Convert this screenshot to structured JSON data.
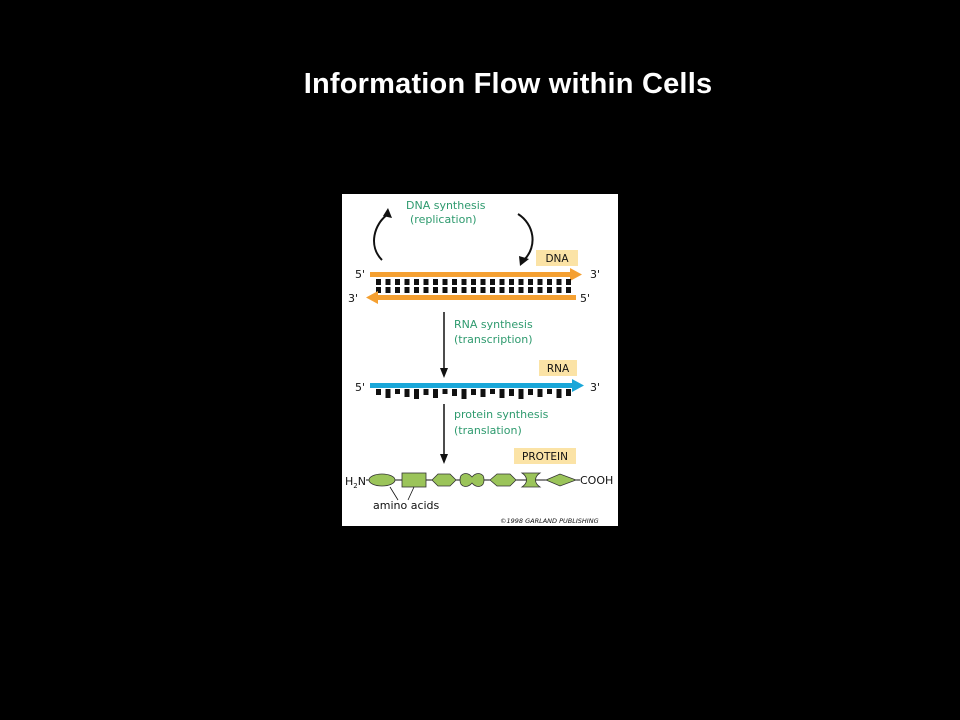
{
  "slide": {
    "title": "Information Flow within Cells"
  },
  "figure": {
    "dna_synthesis": "DNA synthesis",
    "replication": "(replication)",
    "dna_tag": "DNA",
    "dna_top_left_end": "5'",
    "dna_top_right_end": "3'",
    "dna_bottom_left_end": "3'",
    "dna_bottom_right_end": "5'",
    "rna_synthesis": "RNA synthesis",
    "transcription": "(transcription)",
    "rna_tag": "RNA",
    "rna_left_end": "5'",
    "rna_right_end": "3'",
    "protein_synthesis": "protein synthesis",
    "translation": "(translation)",
    "protein_tag": "PROTEIN",
    "n_terminus_h": "H",
    "n_terminus_sub": "2",
    "n_terminus_n": "N",
    "c_terminus": "COOH",
    "amino_acids": "amino acids",
    "copyright": "©1998 GARLAND PUBLISHING"
  },
  "colors": {
    "background": "#000000",
    "title": "#ffffff",
    "dna_strand": "#f5a031",
    "rna_strand": "#1aa7d9",
    "tag_fill": "#fbe3a6",
    "green_text": "#2e9a6e",
    "amino_acid_fill": "#9bc45a"
  }
}
